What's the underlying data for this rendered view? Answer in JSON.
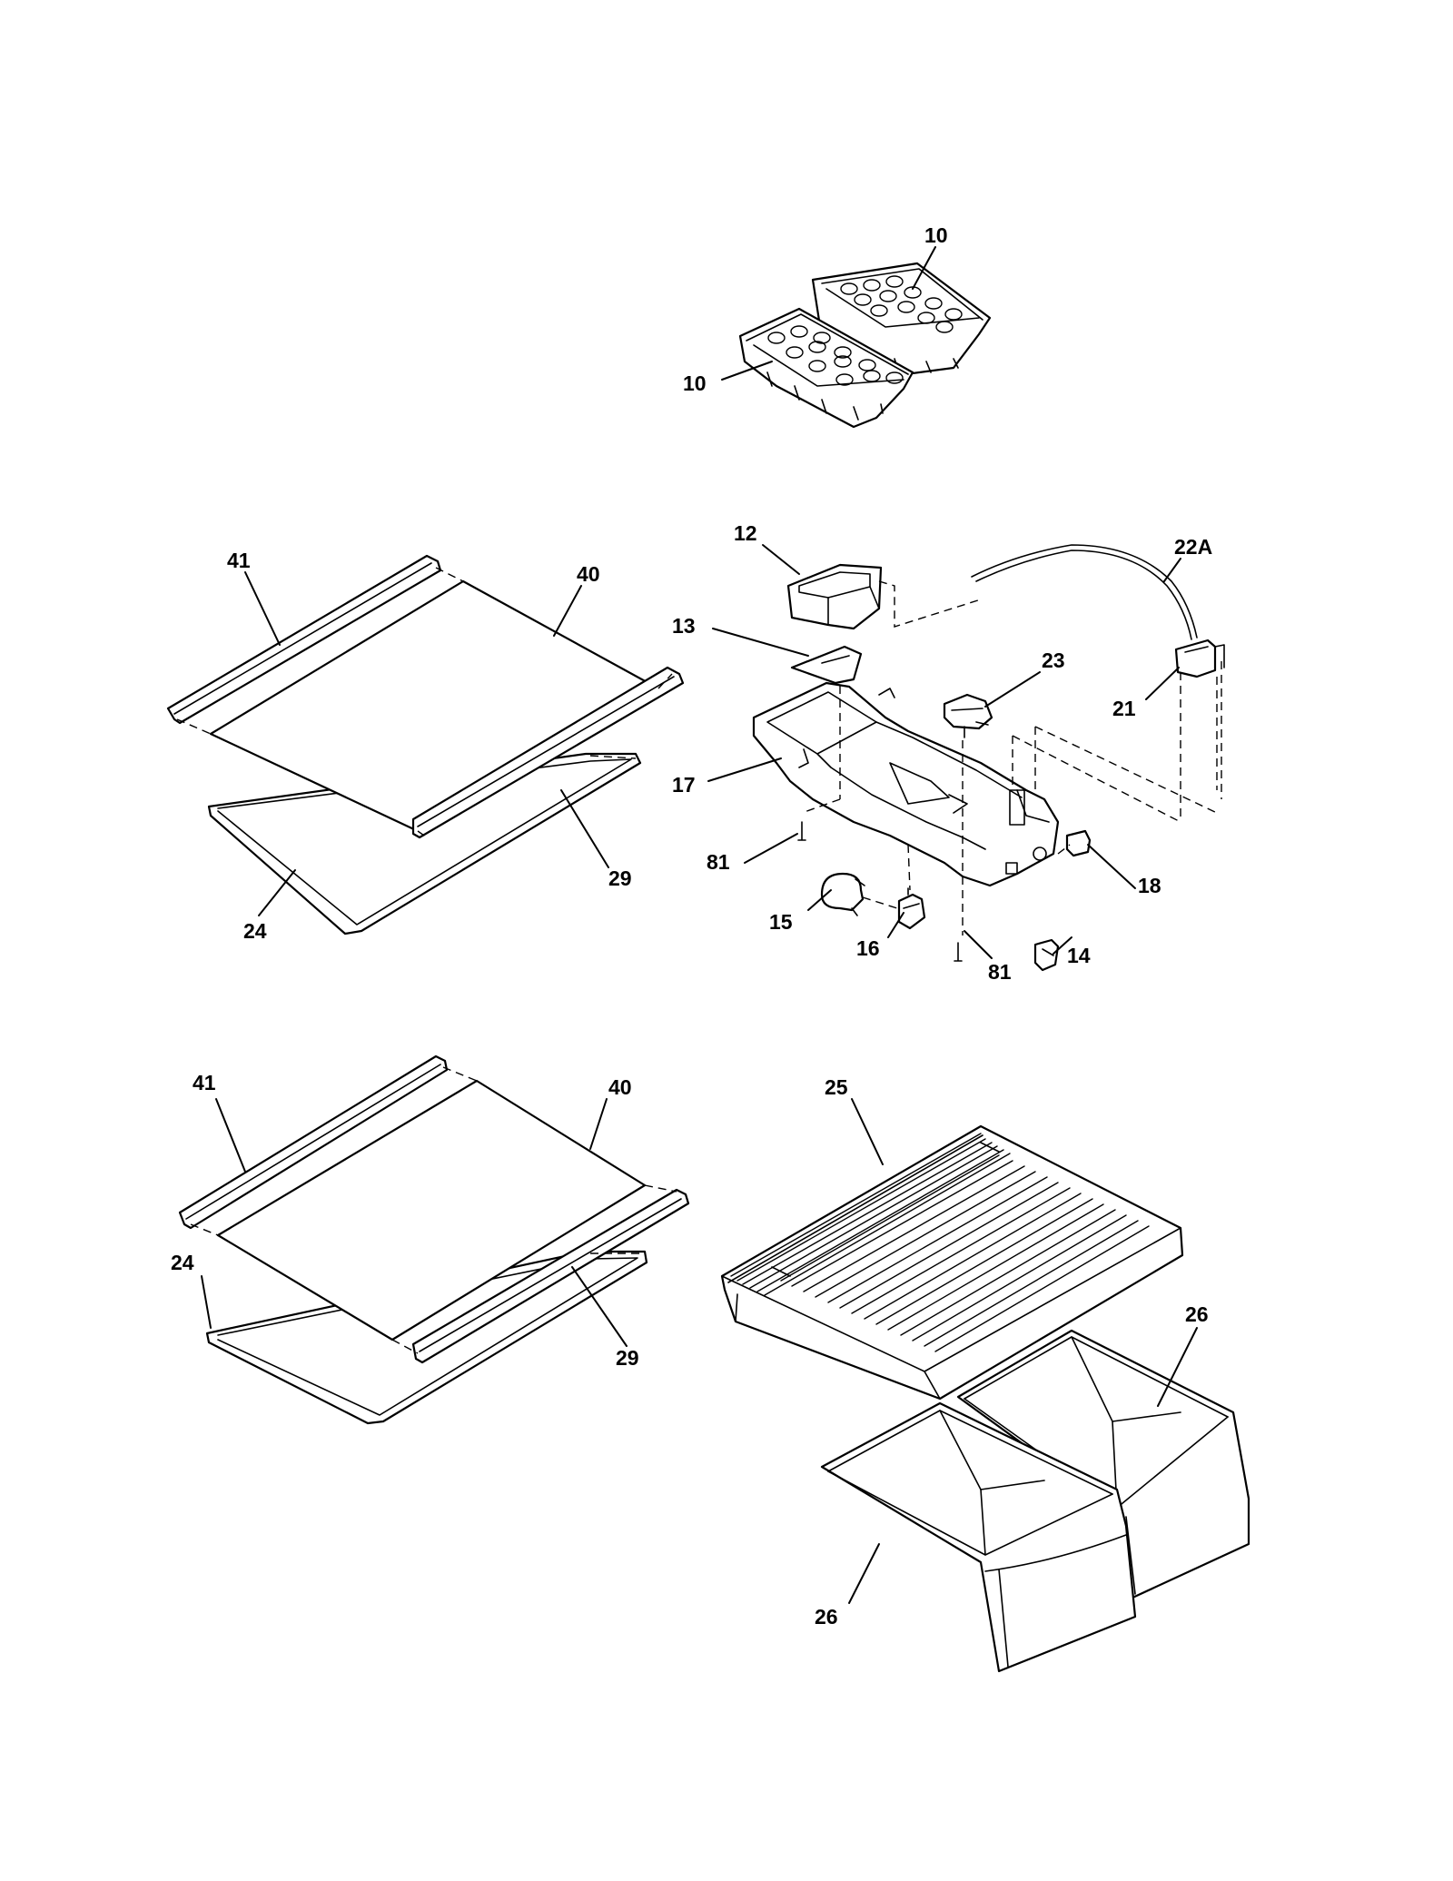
{
  "callouts": {
    "ice_tray_upper": "10",
    "ice_tray_lower": "10",
    "top_shelf_rear_trim": "41",
    "top_shelf_glass": "40",
    "top_shelf_front_trim": "29",
    "top_shelf_frame": "24",
    "light_shield": "12",
    "deflector": "13",
    "wire_harness": "22A",
    "thermostat": "23",
    "control_switch": "21",
    "control_housing": "17",
    "screw_left": "81",
    "light_bulb": "15",
    "socket": "16",
    "screw_right": "81",
    "switch_14": "14",
    "knob_18": "18",
    "bottom_shelf_rear_trim": "41",
    "bottom_shelf_glass": "40",
    "bottom_shelf_frame": "24",
    "bottom_shelf_front_trim": "29",
    "crisper_cover": "25",
    "crisper_pan_right": "26",
    "crisper_pan_left": "26"
  }
}
